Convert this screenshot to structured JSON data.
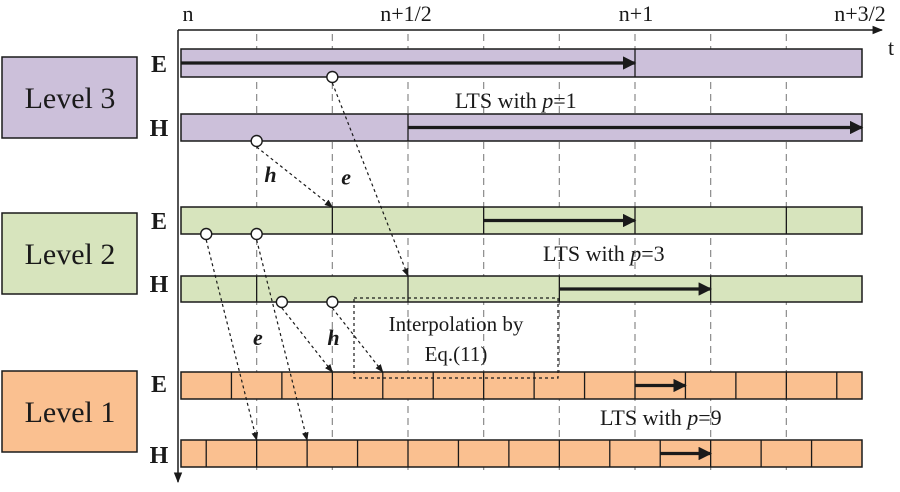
{
  "time_axis": {
    "ticks": [
      "n",
      "n+1/2",
      "n+1",
      "n+3/2"
    ],
    "axis_label": "t"
  },
  "levels": [
    {
      "label": "Level 3",
      "color": "#ccc0da",
      "lts_prefix": "LTS with ",
      "lts_p": "p",
      "lts_suffix": "=1",
      "rows": [
        {
          "field": "E",
          "boundaries_in_half_steps": [
            2.0
          ],
          "arrow_from": 0.0,
          "arrow_to": 2.0
        },
        {
          "field": "H",
          "boundaries_in_half_steps": [
            1.0
          ],
          "arrow_from": 1.0,
          "arrow_to": 3.0
        }
      ]
    },
    {
      "label": "Level 2",
      "color": "#d7e4bd",
      "lts_prefix": "LTS with ",
      "lts_p": "p",
      "lts_suffix": "=3",
      "rows": [
        {
          "field": "E",
          "boundaries_in_half_steps": [
            0.6667,
            1.3333,
            2.0,
            2.6667
          ],
          "arrow_from": 1.3333,
          "arrow_to": 2.0
        },
        {
          "field": "H",
          "boundaries_in_half_steps": [
            0.3333,
            1.0,
            1.6667,
            2.3333
          ],
          "arrow_from": 1.6667,
          "arrow_to": 2.3333
        }
      ]
    },
    {
      "label": "Level 1",
      "color": "#fac090",
      "lts_prefix": "LTS with ",
      "lts_p": "p",
      "lts_suffix": "=9",
      "rows": [
        {
          "field": "E",
          "boundaries_in_half_steps": [
            0.2222,
            0.4444,
            0.6667,
            0.8889,
            1.1111,
            1.3333,
            1.5556,
            1.7778,
            2.0,
            2.2222,
            2.4444,
            2.6667,
            2.8889
          ],
          "arrow_from": 2.0,
          "arrow_to": 2.2222
        },
        {
          "field": "H",
          "boundaries_in_half_steps": [
            0.1111,
            0.3333,
            0.5556,
            0.7778,
            1.0,
            1.2222,
            1.4444,
            1.6667,
            1.8889,
            2.1111,
            2.3333,
            2.5556,
            2.7778
          ],
          "arrow_from": 2.1111,
          "arrow_to": 2.3333
        }
      ]
    }
  ],
  "dependencies": [
    {
      "label": "h",
      "from": {
        "level": 0,
        "row": 1,
        "t": 0.3333
      },
      "to": {
        "level": 1,
        "row": 0,
        "t": 0.6667
      }
    },
    {
      "label": "e",
      "from": {
        "level": 0,
        "row": 0,
        "t": 0.6667
      },
      "to": {
        "level": 1,
        "row": 1,
        "t": 1.0
      }
    },
    {
      "label": "",
      "from": {
        "level": 1,
        "row": 0,
        "t": 0.1111
      },
      "to": {
        "level": 2,
        "row": 1,
        "t": 0.3333
      }
    },
    {
      "label": "e",
      "from": {
        "level": 1,
        "row": 0,
        "t": 0.3333
      },
      "to": {
        "level": 2,
        "row": 1,
        "t": 0.5556
      }
    },
    {
      "label": "",
      "from": {
        "level": 1,
        "row": 1,
        "t": 0.4444
      },
      "to": {
        "level": 2,
        "row": 0,
        "t": 0.6667
      }
    },
    {
      "label": "h",
      "from": {
        "level": 1,
        "row": 1,
        "t": 0.6667
      },
      "to": {
        "level": 2,
        "row": 0,
        "t": 0.8889
      }
    }
  ],
  "interpolation_note": {
    "line1": "Interpolation by",
    "line2": "Eq.(11)"
  }
}
